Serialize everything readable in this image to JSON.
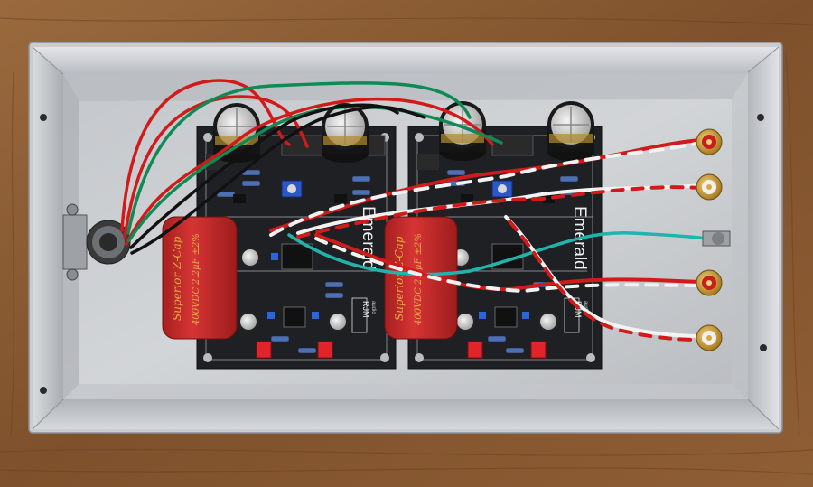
{
  "boards": [
    {
      "brand": "RJM",
      "brand_sub": "audio",
      "model": "Emerald",
      "capacitor": {
        "line1": "Superior Z-Cap",
        "line2": "400VDC 2.2µF ±2%"
      }
    },
    {
      "brand": "RJM",
      "brand_sub": "audio",
      "model": "Emerald",
      "capacitor": {
        "line1": "Superior Z-Cap",
        "line2": "400VDC 2.2µF ±2%"
      }
    }
  ],
  "colors": {
    "wood": "#8a5a33",
    "aluminum": "#c9ccd0",
    "pcb": "#1e2023",
    "film_cap": "#c52a2a",
    "cap_text": "#e0b040",
    "wire_red": "#d11b1b",
    "wire_white": "#f2f2f2",
    "wire_green": "#108a55",
    "wire_teal": "#1fb5ad",
    "wire_black": "#111111",
    "gold": "#d8a93a",
    "jack_red": "#c81e1e"
  }
}
